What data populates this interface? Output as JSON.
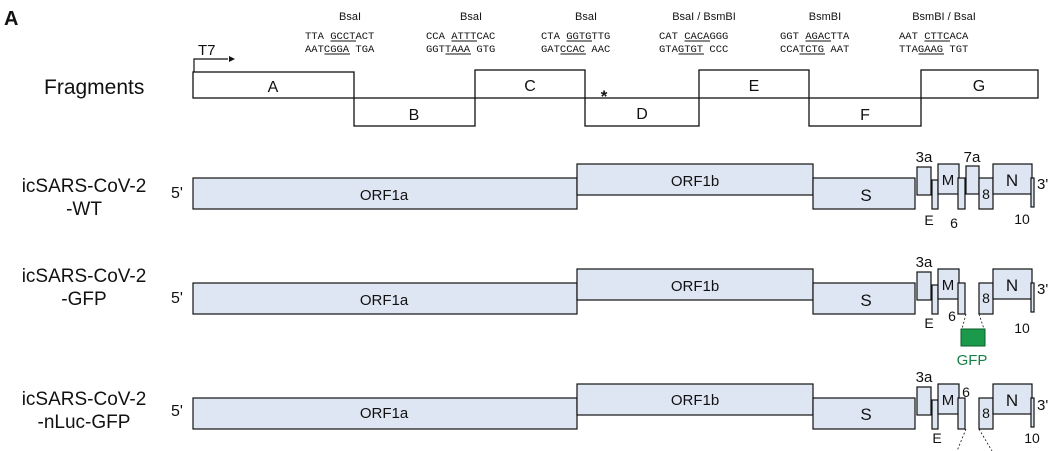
{
  "panel_label": "A",
  "promoter_label": "T7",
  "fragments_label": "Fragments",
  "junction_mark": "*",
  "fragments": [
    "A",
    "B",
    "C",
    "D",
    "E",
    "F",
    "G"
  ],
  "junctions": [
    {
      "enzyme": "BsaI",
      "top_a": "TTA ",
      "top_u": "GCCT",
      "top_b": "ACT",
      "bot_a": "AAT",
      "bot_u": "CGGA",
      "bot_b": " TGA"
    },
    {
      "enzyme": "BsaI",
      "top_a": "CCA ",
      "top_u": "ATTT",
      "top_b": "CAC",
      "bot_a": "GGT",
      "bot_u": "TAAA",
      "bot_b": " GTG"
    },
    {
      "enzyme": "BsaI",
      "top_a": "CTA ",
      "top_u": "GGTG",
      "top_b": "TTG",
      "bot_a": "GAT",
      "bot_u": "CCAC",
      "bot_b": " AAC"
    },
    {
      "enzyme": "BsaI / BsmBI",
      "top_a": "CAT ",
      "top_u": "CACA",
      "top_b": "GGG",
      "bot_a": "GTA",
      "bot_u": "GTGT",
      "bot_b": " CCC"
    },
    {
      "enzyme": "BsmBI",
      "top_a": "GGT ",
      "top_u": "AGAC",
      "top_b": "TTA",
      "bot_a": "CCA",
      "bot_u": "TCTG",
      "bot_b": " AAT"
    },
    {
      "enzyme": "BsmBI / BsaI",
      "top_a": "AAT ",
      "top_u": "CTTC",
      "top_b": "ACA",
      "bot_a": "TTA",
      "bot_u": "GAAG",
      "bot_b": " TGT"
    }
  ],
  "constructs": [
    {
      "name_line1": "icSARS-CoV-2",
      "name_line2": "-WT"
    },
    {
      "name_line1": "icSARS-CoV-2",
      "name_line2": "-GFP",
      "insert_label": "GFP"
    },
    {
      "name_line1": "icSARS-CoV-2",
      "name_line2": "-nLuc-GFP"
    }
  ],
  "genes": {
    "five_prime": "5'",
    "three_prime": "3'",
    "orf1a": "ORF1a",
    "orf1b": "ORF1b",
    "s": "S",
    "orf3a": "3a",
    "e": "E",
    "m": "M",
    "orf6": "6",
    "orf7a": "7a",
    "orf8": "8",
    "n": "N",
    "orf10": "10"
  },
  "colors": {
    "gene_fill": "#dfe6f3",
    "gfp_green": "#1a9a4a",
    "gfp_text": "#17804a"
  }
}
